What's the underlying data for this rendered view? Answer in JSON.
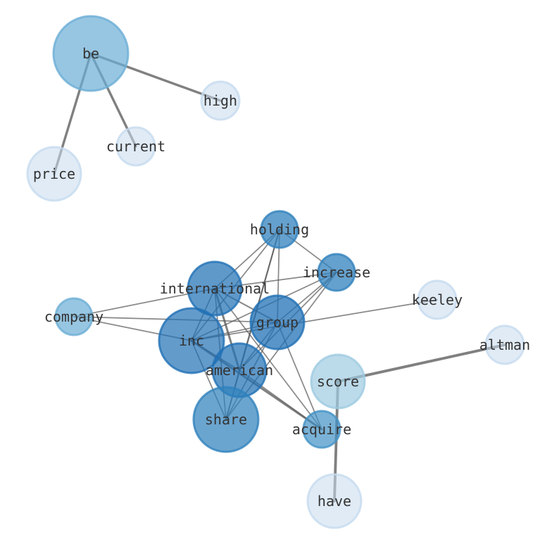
{
  "graph": {
    "nodes": [
      {
        "id": "be",
        "label": "be",
        "color": "#6baed6",
        "opacity": 0.7,
        "stroke": "#6baed6"
      },
      {
        "id": "high",
        "label": "high",
        "color": "#c6dbef",
        "opacity": 0.55,
        "stroke": "#c6dbef"
      },
      {
        "id": "current",
        "label": "current",
        "color": "#c6dbef",
        "opacity": 0.55,
        "stroke": "#c6dbef"
      },
      {
        "id": "price",
        "label": "price",
        "color": "#c6dbef",
        "opacity": 0.55,
        "stroke": "#c6dbef"
      },
      {
        "id": "holding",
        "label": "holding",
        "color": "#3182bd",
        "opacity": 0.75,
        "stroke": "#3182bd"
      },
      {
        "id": "increase",
        "label": "increase",
        "color": "#3182bd",
        "opacity": 0.75,
        "stroke": "#3182bd"
      },
      {
        "id": "international",
        "label": "international",
        "color": "#2171b5",
        "opacity": 0.72,
        "stroke": "#2171b5"
      },
      {
        "id": "keeley",
        "label": "keeley",
        "color": "#c6dbef",
        "opacity": 0.55,
        "stroke": "#c6dbef"
      },
      {
        "id": "company",
        "label": "company",
        "color": "#6baed6",
        "opacity": 0.7,
        "stroke": "#6baed6"
      },
      {
        "id": "group",
        "label": "group",
        "color": "#2171b5",
        "opacity": 0.75,
        "stroke": "#2171b5"
      },
      {
        "id": "altman",
        "label": "altman",
        "color": "#c6dbef",
        "opacity": 0.55,
        "stroke": "#c6dbef"
      },
      {
        "id": "inc",
        "label": "inc",
        "color": "#2171b5",
        "opacity": 0.7,
        "stroke": "#2171b5"
      },
      {
        "id": "american",
        "label": "american",
        "color": "#2171b5",
        "opacity": 0.72,
        "stroke": "#2171b5"
      },
      {
        "id": "score",
        "label": "score",
        "color": "#9ecae1",
        "opacity": 0.7,
        "stroke": "#9ecae1"
      },
      {
        "id": "share",
        "label": "share",
        "color": "#3182bd",
        "opacity": 0.72,
        "stroke": "#3182bd"
      },
      {
        "id": "acquire",
        "label": "acquire",
        "color": "#4292c6",
        "opacity": 0.7,
        "stroke": "#4292c6"
      },
      {
        "id": "have",
        "label": "have",
        "color": "#c6dbef",
        "opacity": 0.55,
        "stroke": "#c6dbef"
      }
    ],
    "edges": [
      {
        "source": "be",
        "target": "high",
        "weight": 4
      },
      {
        "source": "be",
        "target": "current",
        "weight": 4
      },
      {
        "source": "be",
        "target": "price",
        "weight": 4
      },
      {
        "source": "score",
        "target": "altman",
        "weight": 4.5
      },
      {
        "source": "score",
        "target": "have",
        "weight": 4.5
      },
      {
        "source": "international",
        "target": "american",
        "weight": 3.5
      },
      {
        "source": "inc",
        "target": "acquire",
        "weight": 3.5
      },
      {
        "source": "holding",
        "target": "american",
        "weight": 2.5
      },
      {
        "source": "holding",
        "target": "international",
        "weight": 2
      },
      {
        "source": "holding",
        "target": "increase",
        "weight": 2
      },
      {
        "source": "holding",
        "target": "group",
        "weight": 2
      },
      {
        "source": "holding",
        "target": "share",
        "weight": 2
      },
      {
        "source": "holding",
        "target": "inc",
        "weight": 2
      },
      {
        "source": "increase",
        "target": "international",
        "weight": 2
      },
      {
        "source": "increase",
        "target": "inc",
        "weight": 2
      },
      {
        "source": "increase",
        "target": "american",
        "weight": 2
      },
      {
        "source": "increase",
        "target": "share",
        "weight": 2
      },
      {
        "source": "increase",
        "target": "group",
        "weight": 2
      },
      {
        "source": "company",
        "target": "international",
        "weight": 2
      },
      {
        "source": "company",
        "target": "group",
        "weight": 2
      },
      {
        "source": "company",
        "target": "inc",
        "weight": 2
      },
      {
        "source": "international",
        "target": "group",
        "weight": 2.5
      },
      {
        "source": "international",
        "target": "inc",
        "weight": 2
      },
      {
        "source": "international",
        "target": "share",
        "weight": 2
      },
      {
        "source": "international",
        "target": "acquire",
        "weight": 2
      },
      {
        "source": "keeley",
        "target": "inc",
        "weight": 2
      },
      {
        "source": "group",
        "target": "inc",
        "weight": 2
      },
      {
        "source": "group",
        "target": "american",
        "weight": 2
      },
      {
        "source": "group",
        "target": "share",
        "weight": 2
      },
      {
        "source": "group",
        "target": "acquire",
        "weight": 2
      },
      {
        "source": "inc",
        "target": "american",
        "weight": 2
      },
      {
        "source": "inc",
        "target": "share",
        "weight": 2
      },
      {
        "source": "american",
        "target": "share",
        "weight": 2
      },
      {
        "source": "american",
        "target": "acquire",
        "weight": 2
      }
    ]
  }
}
